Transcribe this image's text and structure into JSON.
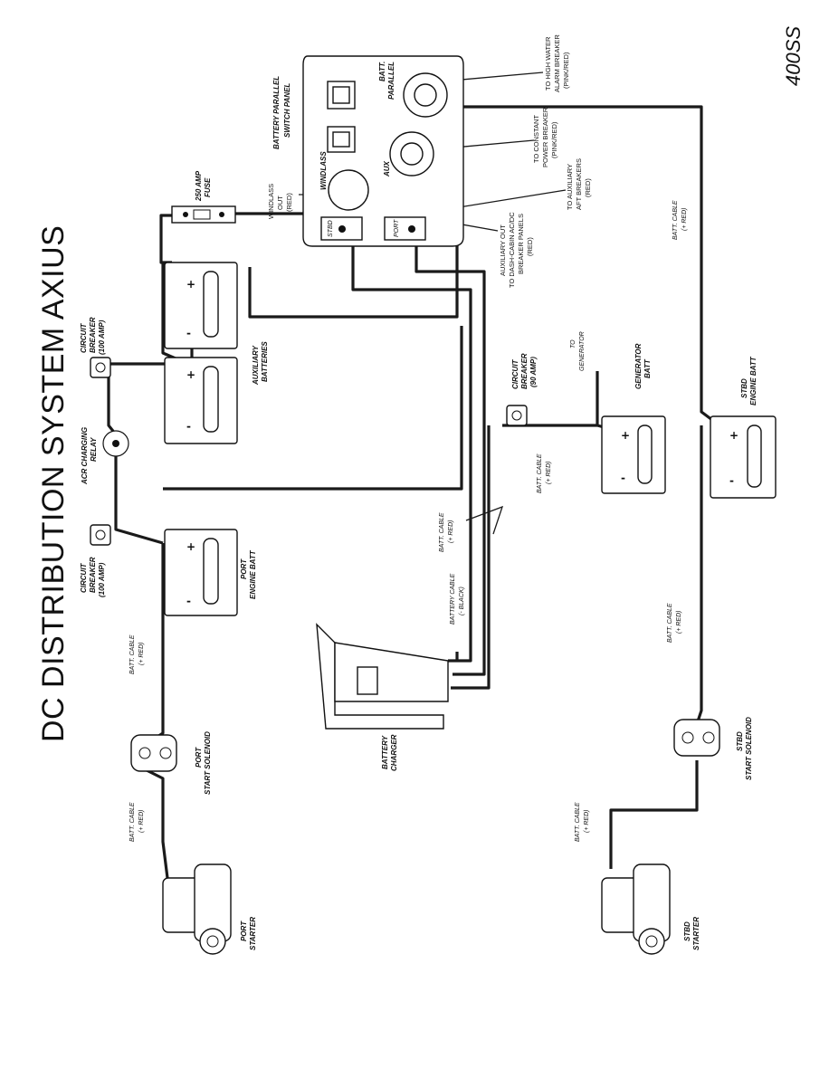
{
  "title": "DC DISTRIBUTION SYSTEM AXIUS",
  "page_number": "400SS",
  "panel": {
    "title_line1": "BATTERY PARALLEL",
    "title_line2": "SWITCH PANEL",
    "switch_windlass": "WINDLASS",
    "switch_aux": "AUX",
    "switch_batt_parallel_1": "BATT.",
    "switch_batt_parallel_2": "PARALLEL",
    "term_stbd": "STBD",
    "term_port": "PORT"
  },
  "labels": {
    "fuse_1": "250 AMP",
    "fuse_2": "FUSE",
    "aux_batt_1": "AUXILIARY",
    "aux_batt_2": "BATTERIES",
    "cb_aux_1": "CIRCUIT",
    "cb_aux_2": "BREAKER",
    "cb_aux_3": "(100 AMP)",
    "acr_1": "ACR CHARGING",
    "acr_2": "RELAY",
    "cb_port_1": "CIRCUIT",
    "cb_port_2": "BREAKER",
    "cb_port_3": "(100 AMP)",
    "port_batt_1": "PORT",
    "port_batt_2": "ENGINE BATT",
    "cb_gen_1": "CIRCUIT",
    "cb_gen_2": "BREAKER",
    "cb_gen_3": "(90 AMP)",
    "to_gen_1": "TO",
    "to_gen_2": "GENERATOR",
    "gen_batt_1": "GENERATOR",
    "gen_batt_2": "BATT",
    "stbd_batt_1": "STBD",
    "stbd_batt_2": "ENGINE BATT",
    "windlass_out_1": "WINDLASS",
    "windlass_out_2": "OUT",
    "windlass_out_3": "(RED)",
    "aux_out_1": "AUXILIARY OUT",
    "aux_out_2": "TO DASH-CABIN AC/DC",
    "aux_out_3": "BREAKER PANELS",
    "aux_out_4": "(RED)",
    "const_1": "TO CONSTANT",
    "const_2": "POWER BREAKER",
    "const_3": "(PINK/RED)",
    "aft_1": "TO AUXILIARY",
    "aft_2": "AFT BREAKERS",
    "aft_3": "(RED)",
    "hw_1": "TO HIGH WATER",
    "hw_2": "ALARM BREAKER",
    "hw_3": "(PINK/RED)",
    "batt_cable_top_1": "BATT. CABLE",
    "batt_cable_top_2": "(+ RED)",
    "batt_cable_mid_1": "BATT. CABLE",
    "batt_cable_mid_2": "(+ RED)",
    "batt_cable_black_1": "BATTERY CABLE",
    "batt_cable_black_2": "(- BLACK)",
    "batt_cable_gen_1": "BATT. CABLE",
    "batt_cable_gen_2": "(+ RED)",
    "batt_cable_stbd_1": "BATT. CABLE",
    "batt_cable_stbd_2": "(+ RED)",
    "batt_cable_port_1": "BATT. CABLE",
    "batt_cable_port_2": "(+ RED)",
    "batt_cable_port_lo_1": "BATT. CABLE",
    "batt_cable_port_lo_2": "(+ RED)",
    "batt_cable_stbd_lo_1": "BATT. CABLE",
    "batt_cable_stbd_lo_2": "(+ RED)",
    "charger_1": "BATTERY",
    "charger_2": "CHARGER",
    "port_sol_1": "PORT",
    "port_sol_2": "START SOLENOID",
    "stbd_sol_1": "STBD",
    "stbd_sol_2": "START SOLENOID",
    "port_starter_1": "PORT",
    "port_starter_2": "STARTER",
    "stbd_starter_1": "STBD",
    "stbd_starter_2": "STARTER",
    "plus": "+",
    "minus": "-"
  }
}
